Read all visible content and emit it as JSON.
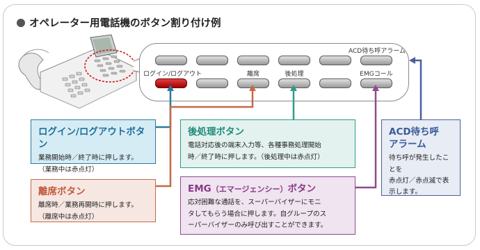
{
  "title": "オペレーター用電話機のボタン割り付け例",
  "key_labels": {
    "acd": "ACD待ち呼アラーム",
    "login": "ログイン/ログアウト",
    "ri": "離席",
    "go": "後処理",
    "emg": "EMGコール"
  },
  "boxes": {
    "login": {
      "title": "ログイン/ログアウトボタン",
      "line1": "業務開始時／終了時に押します。",
      "line2": "（業務中は赤点灯）"
    },
    "ri": {
      "title": "離席ボタン",
      "line1": "離席時／業務再開時に押します。",
      "line2": "（離席中は赤点灯）"
    },
    "go": {
      "title": "後処理ボタン",
      "line1": "電話対応後の端末入力等、各種事務処理開始",
      "line2": "時／終了時に押します。（後処理中は赤点灯）"
    },
    "emg": {
      "title_main": "EMG",
      "title_paren": "（エマージェンシー）",
      "title_end": "ボタン",
      "line1": "応対困難な通話を、スーパーバイザーにモニ",
      "line2": "タしてもらう場合に押します。自グループのス",
      "line3": "ーパーバイザーのみ呼び出すことができます。"
    },
    "acd": {
      "title1": "ACD待ち呼",
      "title2": "アラーム",
      "line1": "待ち呼が発生したことを",
      "line2": "赤点灯／赤点滅で表",
      "line3": "示します。"
    }
  },
  "colors": {
    "login": "#2a7a9e",
    "ri": "#c56847",
    "go": "#2f9a8a",
    "emg": "#8f4a8c",
    "acd": "#4a5f9a",
    "active_key": "#c00000"
  }
}
